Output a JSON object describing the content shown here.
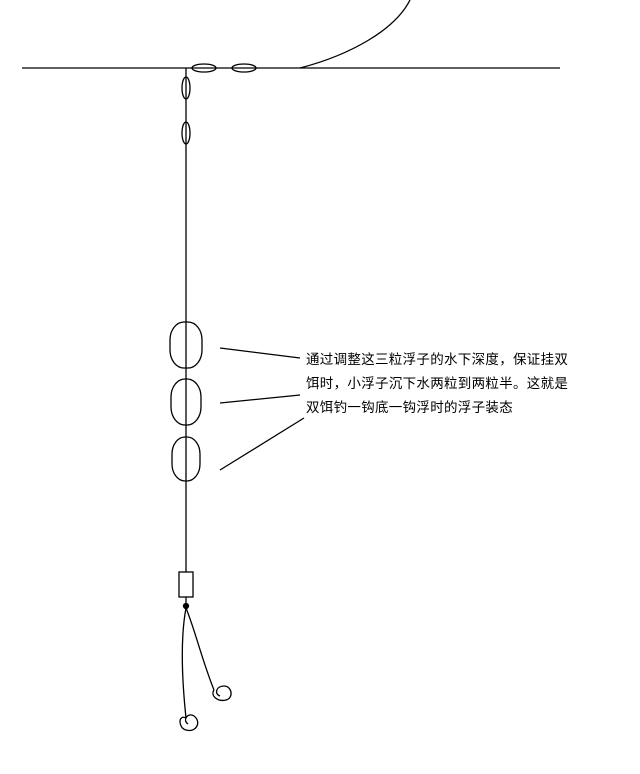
{
  "annotation": {
    "lines": [
      "通过调整这三粒浮子的水下深度，保证挂双",
      "饵时，小浮子沉下水两粒到两粒半。这就是",
      "双饵钓一钩底一钩浮时的浮子装态"
    ]
  },
  "colors": {
    "line": "#000000",
    "background": "#ffffff"
  }
}
